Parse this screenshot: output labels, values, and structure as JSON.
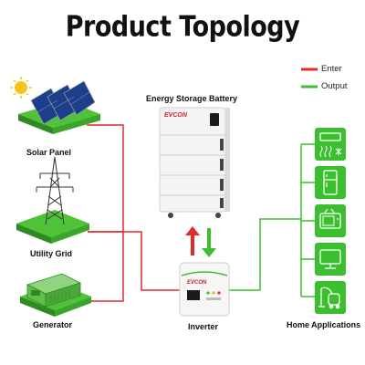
{
  "title": "Product Topology",
  "legend": [
    {
      "label": "Enter",
      "color": "#e32b2b"
    },
    {
      "label": "Output",
      "color": "#3cbf2e"
    }
  ],
  "nodes": {
    "solar_panel": "Solar Panel",
    "utility_grid": "Utility Grid",
    "generator": "Generator",
    "battery": "Energy Storage Battery",
    "inverter": "Inverter",
    "home_applications": "Home Applications"
  },
  "brand": "EVCON",
  "applications": [
    {
      "name": "air-conditioner-icon"
    },
    {
      "name": "heater-icon"
    },
    {
      "name": "refrigerator-icon"
    },
    {
      "name": "television-icon"
    },
    {
      "name": "monitor-icon"
    },
    {
      "name": "vacuum-cleaner-icon"
    }
  ],
  "colors": {
    "enter": "#e32b2b",
    "output": "#3cbf2e",
    "platform": "#4fc23a"
  }
}
